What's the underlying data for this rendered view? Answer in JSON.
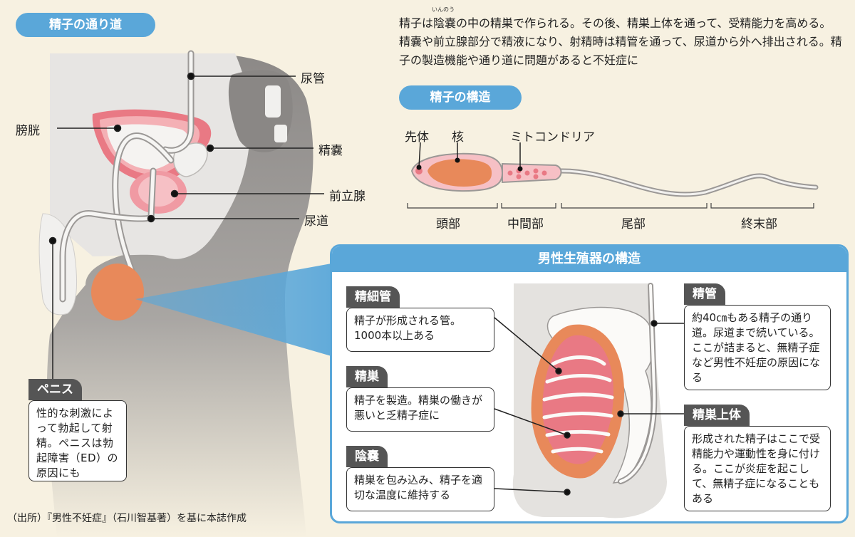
{
  "left_section": {
    "title": "精子の通り道",
    "labels": {
      "urethra_tube": "尿管",
      "bladder": "膀胱",
      "seminal_vesicle": "精嚢",
      "prostate": "前立腺",
      "urethra": "尿道"
    },
    "penis": {
      "tag": "ペニス",
      "description": "性的な刺激によって勃起して射精。ペニスは勃起障害（ED）の原因にも"
    }
  },
  "intro": {
    "text_before": "精子は",
    "ruby_base": "陰嚢",
    "ruby_reading": "いんのう",
    "text_after": "の中の精巣で作られる。その後、精巣上体を通って、受精能力を高める。精嚢や前立腺部分で精液になり、射精時は精管を通って、尿道から外へ排出される。精子の製造機能や通り道に問題があると不妊症に"
  },
  "sperm_section": {
    "title": "精子の構造",
    "labels": {
      "acrosome": "先体",
      "nucleus": "核",
      "mitochondria": "ミトコンドリア"
    },
    "parts": [
      "頭部",
      "中間部",
      "尾部",
      "終末部"
    ]
  },
  "organ_section": {
    "title": "男性生殖器の構造",
    "items": [
      {
        "name": "精細管",
        "description": "精子が形成される管。1000本以上ある"
      },
      {
        "name": "精巣",
        "description": "精子を製造。精巣の働きが悪いと乏精子症に"
      },
      {
        "name": "陰嚢",
        "description": "精巣を包み込み、精子を適切な温度に維持する"
      },
      {
        "name": "精管",
        "description": "約40㎝もある精子の通り道。尿道まで続いている。ここが詰まると、無精子症など男性不妊症の原因になる"
      },
      {
        "name": "精巣上体",
        "description": "形成された精子はここで受精能力や運動性を身に付ける。ここが炎症を起こして、無精子症になることもある"
      }
    ]
  },
  "source": "（出所）『男性不妊症』（石川智基著）を基に本誌作成",
  "colors": {
    "accent_blue": "#5aa7d9",
    "tag_gray": "#555555",
    "flesh_orange": "#e8895a",
    "tissue_pink": "#e97984",
    "background": "#f7f1e1"
  }
}
